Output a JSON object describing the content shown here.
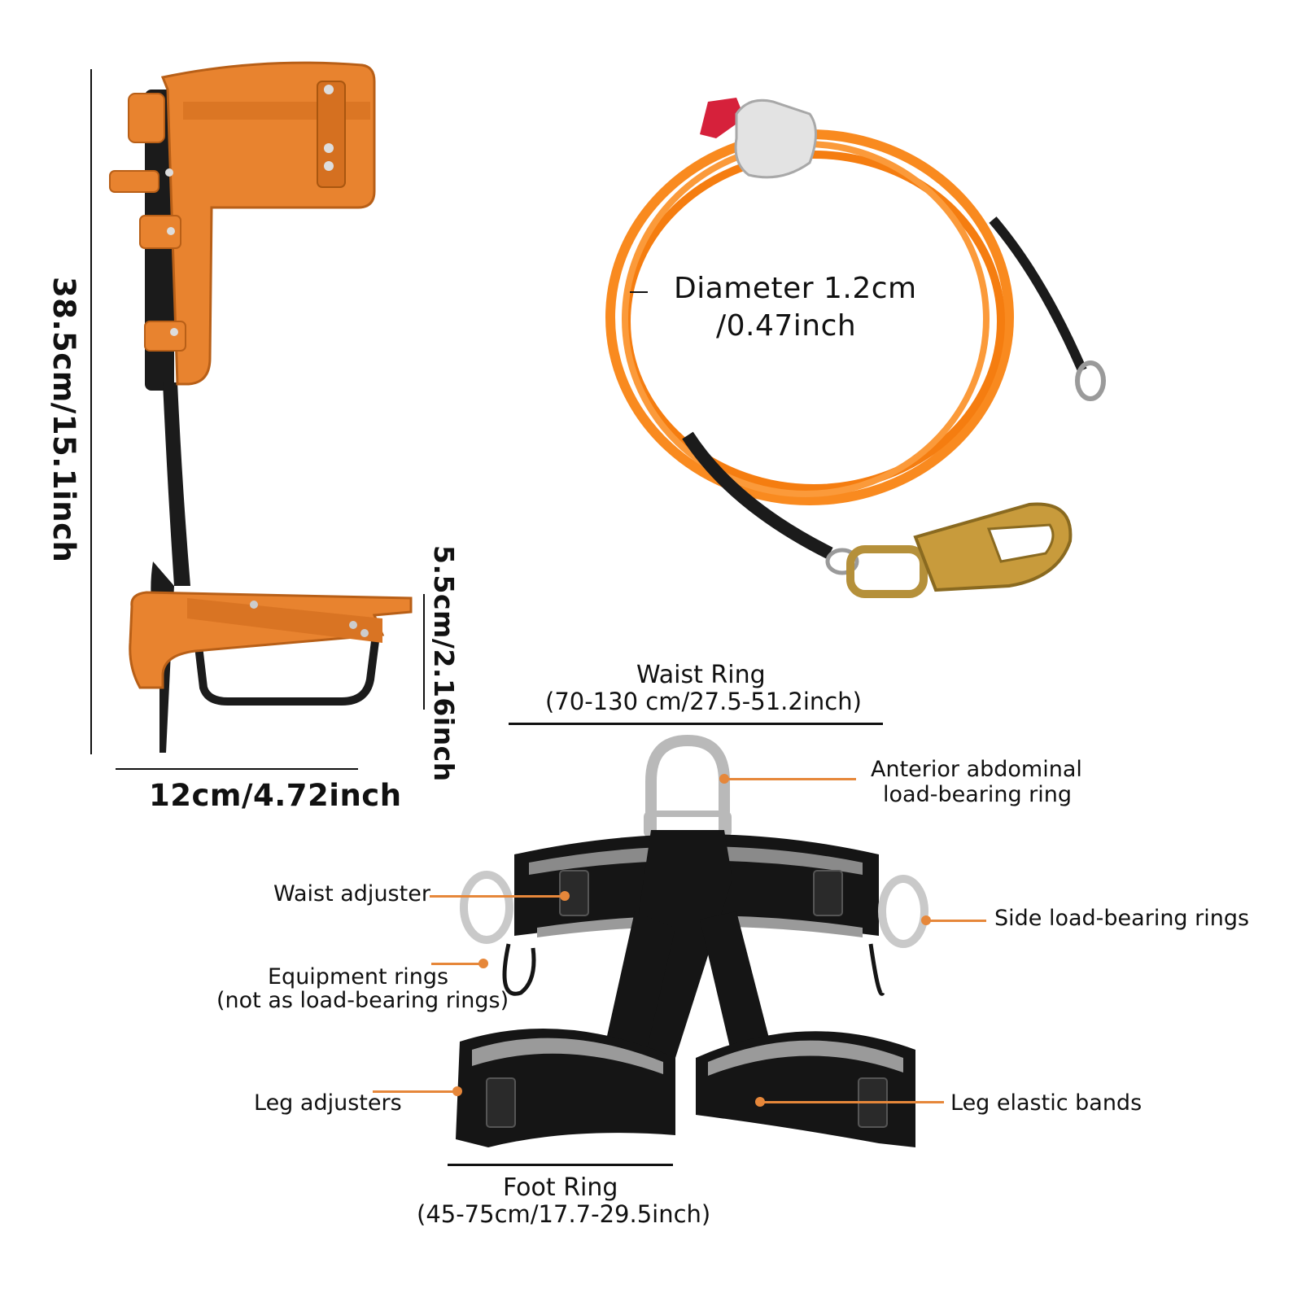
{
  "spikes": {
    "height_label": "38.5cm/15.1inch",
    "width_label": "12cm/4.72inch",
    "stirrup_label": "5.5cm/2.16inch"
  },
  "lanyard": {
    "diameter_line1": "Diameter 1.2cm",
    "diameter_line2": "/0.47inch"
  },
  "harness": {
    "waist_ring_title": "Waist Ring",
    "waist_ring_range": "(70-130 cm/27.5-51.2inch)",
    "foot_ring_title": "Foot Ring",
    "foot_ring_range": "(45-75cm/17.7-29.5inch)",
    "callouts": {
      "anterior_line1": "Anterior abdominal",
      "anterior_line2": "load-bearing ring",
      "waist_adjuster": "Waist adjuster",
      "side_rings": "Side load-bearing rings",
      "equipment_line1": "Equipment rings",
      "equipment_line2": "(not as load-bearing rings)",
      "leg_adjusters": "Leg adjusters",
      "leg_elastic": "Leg elastic bands"
    }
  },
  "colors": {
    "accent": "#e6873a",
    "leather": "#e8832f",
    "rope": "#f98a1f",
    "webbing": "#151515"
  }
}
